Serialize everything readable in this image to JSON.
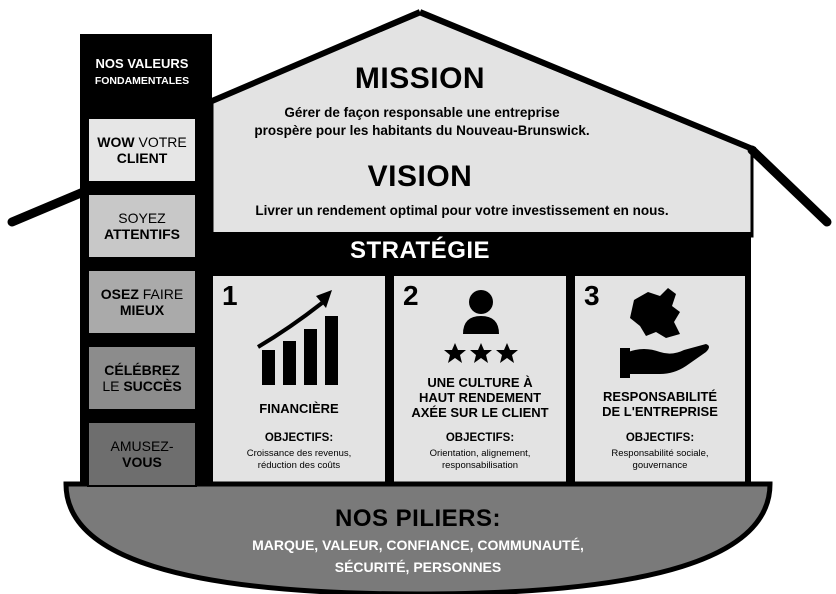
{
  "values": {
    "header": {
      "line1": "NOS VALEURS",
      "line2": "FONDAMENTALES"
    },
    "items": [
      {
        "line1_bold": "WOW",
        "line1_reg": " VOTRE",
        "line2_bold": "CLIENT",
        "line2_reg": ""
      },
      {
        "line1_bold": "",
        "line1_reg": "SOYEZ",
        "line2_bold": "ATTENTIFS",
        "line2_reg": ""
      },
      {
        "line1_bold": "OSEZ",
        "line1_reg": " FAIRE",
        "line2_bold": "MIEUX",
        "line2_reg": ""
      },
      {
        "line1_bold": "CÉLÉBREZ",
        "line1_reg": "",
        "line2_bold": "SUCCÈS",
        "line2_reg": "LE "
      },
      {
        "line1_bold": "",
        "line1_reg": "AMUSEZ-",
        "line2_bold": "VOUS",
        "line2_reg": ""
      }
    ]
  },
  "mission": {
    "title": "MISSION",
    "line1": "Gérer de façon responsable une entreprise",
    "line2": "prospère pour les habitants du Nouveau-Brunswick."
  },
  "vision": {
    "title": "VISION",
    "text": "Livrer un rendement optimal pour votre investissement en nous."
  },
  "strategy": {
    "title": "STRATÉGIE"
  },
  "pillars": [
    {
      "number": "1",
      "name_lines": [
        "FINANCIÈRE"
      ],
      "objectives_label": "OBJECTIFS:",
      "objectives_lines": [
        "Croissance des revenus,",
        "réduction des coûts"
      ],
      "icon": "bar-chart-growth-icon"
    },
    {
      "number": "2",
      "name_lines": [
        "UNE CULTURE À",
        "HAUT RENDEMENT",
        "AXÉE SUR LE CLIENT"
      ],
      "objectives_label": "OBJECTIFS:",
      "objectives_lines": [
        "Orientation, alignement,",
        "responsabilisation"
      ],
      "icon": "person-stars-icon"
    },
    {
      "number": "3",
      "name_lines": [
        "RESPONSABILITÉ",
        "DE L'ENTREPRISE"
      ],
      "objectives_label": "OBJECTIFS:",
      "objectives_lines": [
        "Responsabilité sociale,",
        "gouvernance"
      ],
      "icon": "hand-province-icon"
    }
  ],
  "foundation": {
    "title": "NOS PILIERS:",
    "line1": "MARQUE, VALEUR, CONFIANCE, COMMUNAUTÉ,",
    "line2": "SÉCURITÉ, PERSONNES"
  },
  "colors": {
    "roof_fill": "#e3e3e3",
    "outline": "#000000",
    "value_header": "#000000",
    "value_shades": [
      "#e6e6e6",
      "#c8c8c8",
      "#aaaaaa",
      "#8c8c8c",
      "#6e6e6e"
    ],
    "foundation_fill": "#7a7a7a"
  }
}
